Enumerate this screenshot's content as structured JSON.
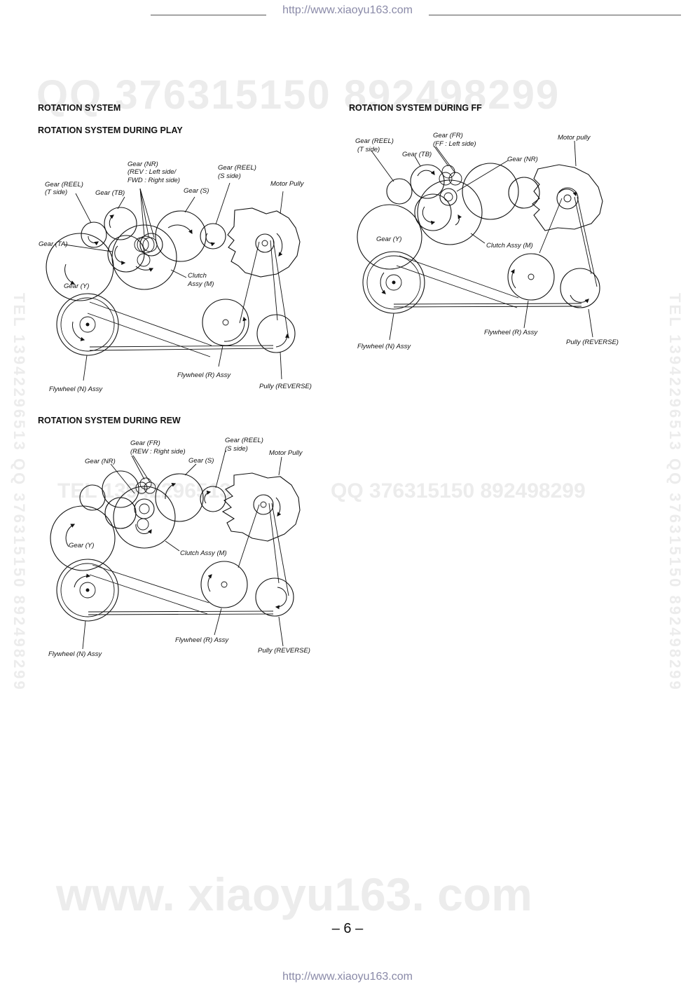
{
  "header": {
    "url": "http://www.xiaoyu163.com"
  },
  "footer": {
    "url": "http://www.xiaoyu163.com",
    "page_number": "– 6 –"
  },
  "watermarks": {
    "qq_top": "QQ 376315150   892498299",
    "tel_mid": "TEL 13942296513",
    "qq_mid": "QQ  376315150  892498299",
    "site_foot": "www. xiaoyu163. com",
    "side_left": "TEL 13942296513  QQ 376315150  892498299",
    "side_right": "TEL 13942296513  QQ 376315150  892498299"
  },
  "headings": {
    "rotation_system": "ROTATION SYSTEM",
    "during_play": "ROTATION SYSTEM  DURING  PLAY",
    "during_ff": "ROTATION SYSTEM  DURING  FF",
    "during_rew": "ROTATION SYSTEM  DURING REW"
  },
  "play": {
    "gear_nr_l1": "Gear (NR)",
    "gear_nr_l2": "(REV : Left side/",
    "gear_nr_l3": "FWD : Right side)",
    "gear_reel_t_l1": "Gear (REEL)",
    "gear_reel_t_l2": "(T side)",
    "gear_tb": "Gear (TB)",
    "gear_s": "Gear (S)",
    "gear_reel_s_l1": "Gear (REEL)",
    "gear_reel_s_l2": "(S side)",
    "motor_pully": "Motor Pully",
    "gear_ta": "Gear (TA)",
    "gear_y": "Gear (Y)",
    "clutch_l1": "Clutch",
    "clutch_l2": "Assy (M)",
    "flywheel_r": "Flywheel (R) Assy",
    "pully_reverse": "Pully (REVERSE)",
    "flywheel_n": "Flywheel (N) Assy"
  },
  "ff": {
    "gear_reel_t_l1": "Gear (REEL)",
    "gear_reel_t_l2": "(T side)",
    "gear_fr_l1": "Gear  (FR)",
    "gear_fr_l2": "(FF : Left side)",
    "gear_tb": "Gear (TB)",
    "gear_nr": "Gear  (NR)",
    "motor_pully": "Motor pully",
    "gear_y": "Gear  (Y)",
    "clutch": "Clutch Assy (M)",
    "flywheel_r": "Flywheel (R) Assy",
    "pully_reverse": "Pully (REVERSE)",
    "flywheel_n": "Flywheel (N) Assy"
  },
  "rew": {
    "gear_fr_l1": "Gear (FR)",
    "gear_fr_l2": "(REW : Right side)",
    "gear_reel_s_l1": "Gear (REEL)",
    "gear_reel_s_l2": "(S side)",
    "gear_nr": "Gear  (NR)",
    "gear_s": "Gear  (S)",
    "motor_pully": "Motor Pully",
    "gear_y": "Gear  (Y)",
    "clutch": "Clutch Assy (M)",
    "flywheel_r": "Flywheel (R) Assy",
    "pully_reverse": "Pully (REVERSE)",
    "flywheel_n": "Flywheel (N) Assy"
  }
}
